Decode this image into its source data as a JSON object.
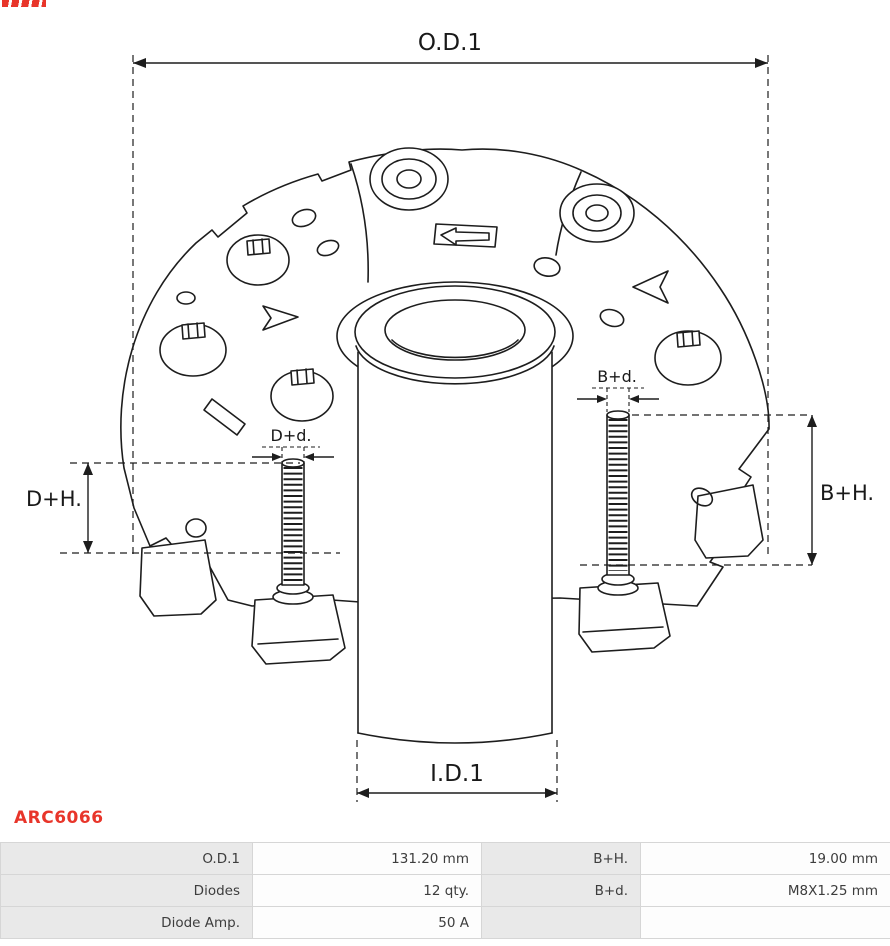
{
  "part": {
    "number": "ARC6066",
    "accent_color": "#e8352a"
  },
  "diagram": {
    "dims": {
      "od1": "O.D.1",
      "id1": "I.D.1",
      "bh": "B+H.",
      "dh": "D+H.",
      "bd": "B+d.",
      "dd": "D+d."
    }
  },
  "table": {
    "rows": [
      {
        "c0": "O.D.1",
        "c1": "131.20 mm",
        "c2": "B+H.",
        "c3": "19.00 mm"
      },
      {
        "c0": "Diodes",
        "c1": "12 qty.",
        "c2": "B+d.",
        "c3": "M8X1.25 mm"
      },
      {
        "c0": "Diode Amp.",
        "c1": "50 A",
        "c2": "",
        "c3": ""
      }
    ]
  }
}
